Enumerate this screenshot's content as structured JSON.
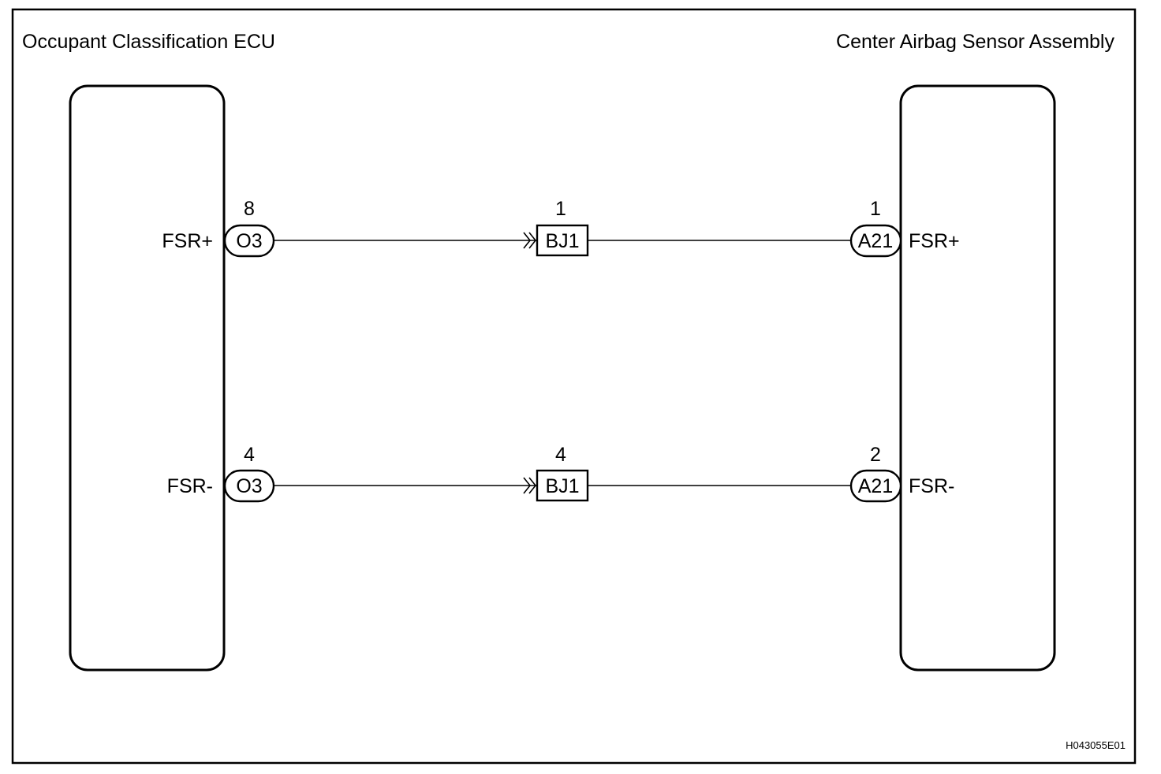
{
  "components": {
    "left": {
      "title": "Occupant Classification ECU"
    },
    "right": {
      "title": "Center Airbag Sensor Assembly"
    }
  },
  "wires": [
    {
      "left_signal": "FSR+",
      "left_connector": "O3",
      "left_pin": "8",
      "junction_connector": "BJ1",
      "junction_pin": "1",
      "right_connector": "A21",
      "right_pin": "1",
      "right_signal": "FSR+"
    },
    {
      "left_signal": "FSR-",
      "left_connector": "O3",
      "left_pin": "4",
      "junction_connector": "BJ1",
      "junction_pin": "4",
      "right_connector": "A21",
      "right_pin": "2",
      "right_signal": "FSR-"
    }
  ],
  "figure_code": "H043055E01"
}
